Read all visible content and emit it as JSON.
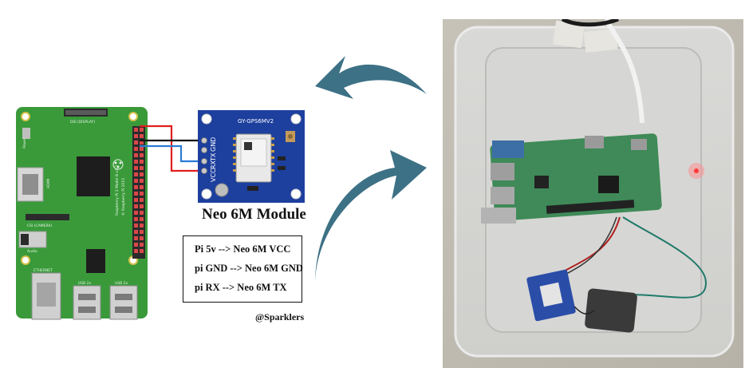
{
  "module_title": "Neo 6M Module",
  "wiring": [
    "Pi 5v --> Neo 6M VCC",
    "pi GND --> Neo 6M GND",
    "pi RX --> Neo 6M TX"
  ],
  "credit": "@Sparklers",
  "gps_board": {
    "label": "GY-GPS6MV2",
    "pins": [
      "GND",
      "TX",
      "RX",
      "VCC"
    ]
  },
  "pi_board": {
    "labels": {
      "ethernet": "ETHERNET",
      "usb_a": "USB 2x",
      "usb_b": "USB 2x",
      "hdmi": "HDMI",
      "power": "Power",
      "audio": "Audio",
      "csi": "CSI (CAMERA)",
      "dsi": "DSI (DISPLAY)",
      "model": "Raspberry Pi 3 Model B v1.2",
      "copyright": "© Raspberry Pi 2015"
    }
  },
  "colors": {
    "pcb_green": "#3a9a3a",
    "gps_blue": "#1d3f9e",
    "wire_red": "#e01e1e",
    "wire_black": "#111111",
    "wire_blue": "#2b7bd6",
    "arrow_teal": "#3d7185"
  }
}
